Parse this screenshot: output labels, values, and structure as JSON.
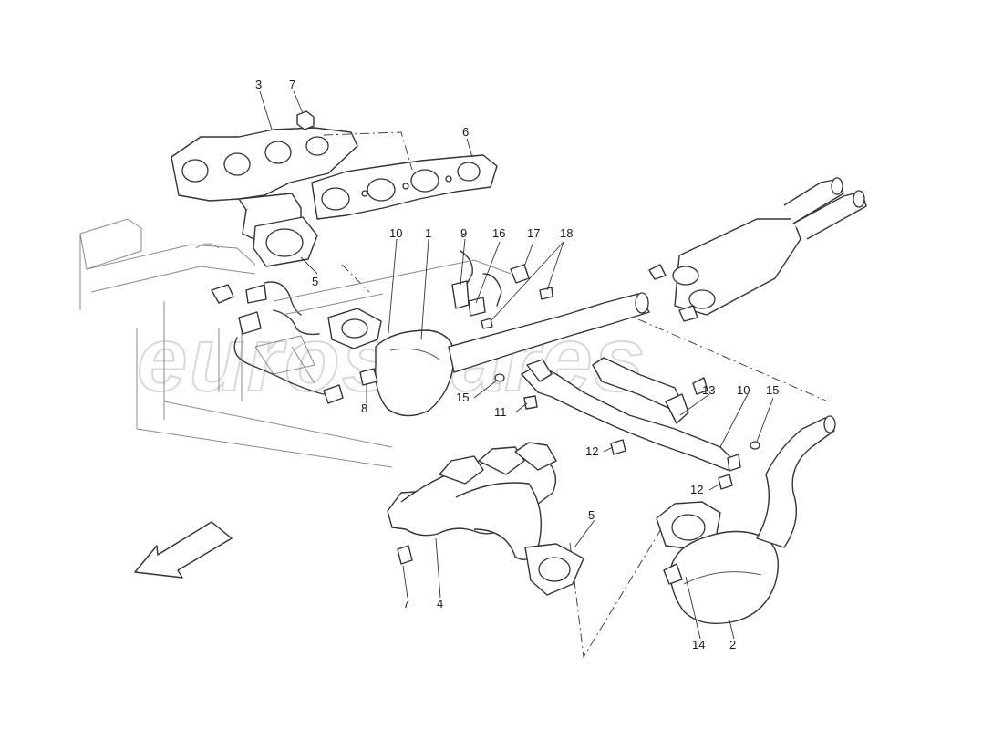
{
  "watermark": "eurospares",
  "callouts": [
    {
      "id": "c1",
      "label": "1"
    },
    {
      "id": "c2",
      "label": "2"
    },
    {
      "id": "c3",
      "label": "3"
    },
    {
      "id": "c4",
      "label": "4"
    },
    {
      "id": "c5a",
      "label": "5"
    },
    {
      "id": "c5b",
      "label": "5"
    },
    {
      "id": "c6",
      "label": "6"
    },
    {
      "id": "c7a",
      "label": "7"
    },
    {
      "id": "c7b",
      "label": "7"
    },
    {
      "id": "c8",
      "label": "8"
    },
    {
      "id": "c9",
      "label": "9"
    },
    {
      "id": "c10a",
      "label": "10"
    },
    {
      "id": "c10b",
      "label": "10"
    },
    {
      "id": "c11",
      "label": "11"
    },
    {
      "id": "c12a",
      "label": "12"
    },
    {
      "id": "c12b",
      "label": "12"
    },
    {
      "id": "c13",
      "label": "13"
    },
    {
      "id": "c14",
      "label": "14"
    },
    {
      "id": "c15a",
      "label": "15"
    },
    {
      "id": "c15b",
      "label": "15"
    },
    {
      "id": "c16",
      "label": "16"
    },
    {
      "id": "c17",
      "label": "17"
    },
    {
      "id": "c18",
      "label": "18"
    }
  ],
  "icons": {
    "direction": "direction-arrow-icon"
  }
}
